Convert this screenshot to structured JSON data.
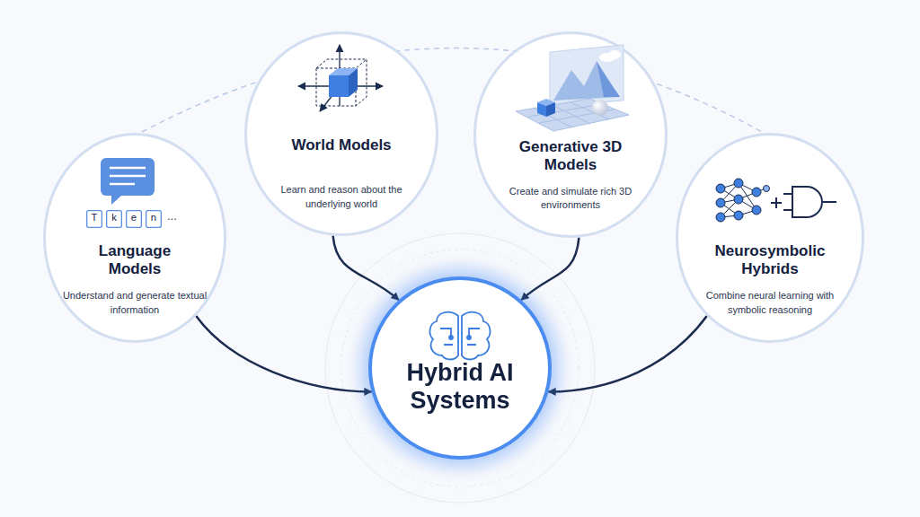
{
  "diagram": {
    "nodes": [
      {
        "text": [
          "Language Models",
          "Understand and generate textual information"
        ]
      },
      {
        "text": [
          "T"
        ],
        "in": 0
      },
      {
        "text": [
          "k"
        ],
        "in": 0
      },
      {
        "text": [
          "e"
        ],
        "in": 0
      },
      {
        "text": [
          "n"
        ],
        "in": 0
      },
      {
        "text": [
          "World Models",
          "Learn and reason about the underlying world"
        ]
      },
      {
        "text": [
          "Generative 3D Models",
          "Create and simulate rich 3D environments"
        ]
      },
      {
        "text": [
          "Neurosymbolic Hybrids",
          "Combine neural learning with symbolic reasoning"
        ]
      },
      {
        "text": [
          "Hybrid AI Systems"
        ]
      }
    ],
    "edges": [
      {
        "from": 0,
        "to": 8,
        "arrow": "to"
      },
      {
        "from": 5,
        "to": 8,
        "arrow": "to"
      },
      {
        "from": 6,
        "to": 8,
        "arrow": "to"
      },
      {
        "from": 7,
        "to": 8,
        "arrow": "to"
      }
    ],
    "labels": [
      "..."
    ]
  }
}
